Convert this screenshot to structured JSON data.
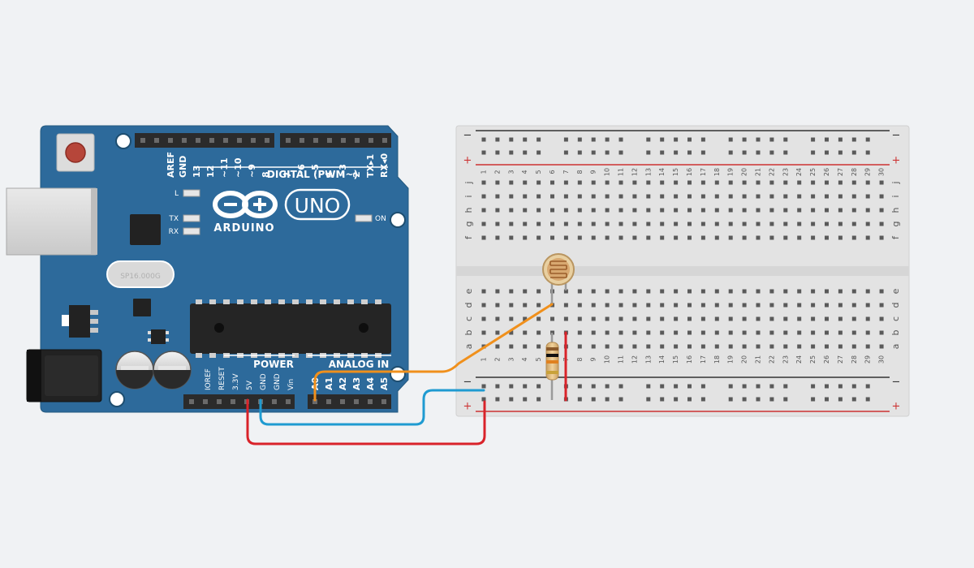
{
  "arduino": {
    "brand": "ARDUINO",
    "model": "UNO",
    "digital_header_label": "DIGITAL (PWM~)",
    "power_header_label": "POWER",
    "analog_header_label": "ANALOG IN",
    "crystal_label": "SP16.000G",
    "led_labels": {
      "l": "L",
      "tx": "TX",
      "rx": "RX",
      "on": "ON"
    },
    "digital_pins": [
      "AREF",
      "GND",
      "13",
      "12",
      "~11",
      "~10",
      "~9",
      "8",
      "7",
      "~6",
      "~5",
      "4",
      "~3",
      "2",
      "TX▸1",
      "RX◂0"
    ],
    "power_pins": [
      "IOREF",
      "RESET",
      "3.3V",
      "5V",
      "GND",
      "GND",
      "Vin"
    ],
    "analog_pins": [
      "A0",
      "A1",
      "A2",
      "A3",
      "A4",
      "A5"
    ]
  },
  "breadboard": {
    "rail_minus": "−",
    "rail_plus": "+",
    "row_letters_top": [
      "j",
      "i",
      "h",
      "g",
      "f"
    ],
    "row_letters_bottom": [
      "e",
      "d",
      "c",
      "b",
      "a"
    ],
    "columns": [
      "1",
      "2",
      "3",
      "4",
      "5",
      "6",
      "7",
      "8",
      "9",
      "10",
      "11",
      "12",
      "13",
      "14",
      "15",
      "16",
      "17",
      "18",
      "19",
      "20",
      "21",
      "22",
      "23",
      "24",
      "25",
      "26",
      "27",
      "28",
      "29",
      "30"
    ]
  },
  "colors": {
    "board_blue": "#2d6a9b",
    "wire_orange": "#f0901c",
    "wire_blue": "#1f9bd1",
    "wire_red": "#d9232a",
    "breadboard_body": "#e3e3e3"
  },
  "components": {
    "photoresistor": "photoresistor",
    "resistor": "resistor"
  }
}
